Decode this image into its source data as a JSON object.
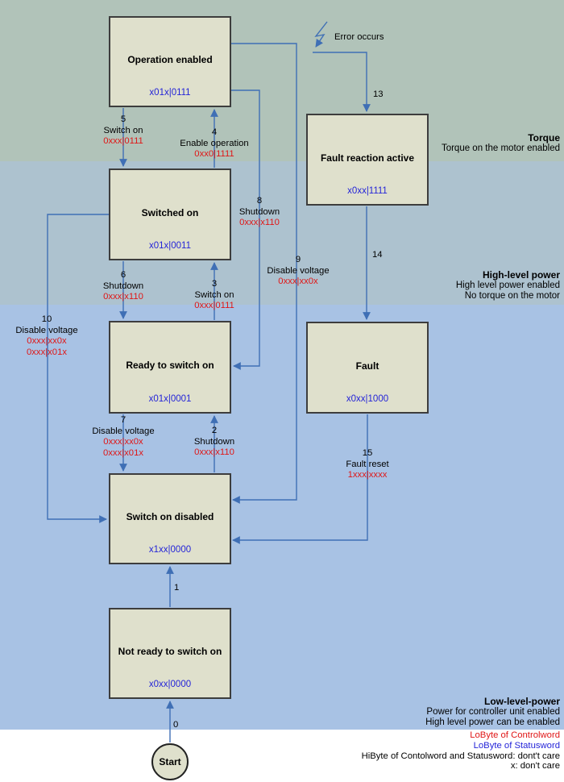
{
  "colors": {
    "band_torque": "#b1c3b9",
    "band_high_level": "#adc2cf",
    "band_low_level": "#a8c2e4",
    "state_fill": "#dfe0cc",
    "state_border": "#3d3d3d",
    "arrow_blue": "#3f6fb5",
    "statusword_blue": "#2424d8",
    "controlword_red": "#e01616"
  },
  "states": {
    "operation_enabled": {
      "title": "Operation enabled",
      "code": "x01x|0111"
    },
    "fault_reaction_active": {
      "title": "Fault reaction active",
      "code": "x0xx|1111"
    },
    "switched_on": {
      "title": "Switched on",
      "code": "x01x|0011"
    },
    "ready_to_switch_on": {
      "title": "Ready to switch on",
      "code": "x01x|0001"
    },
    "fault": {
      "title": "Fault",
      "code": "x0xx|1000"
    },
    "switch_on_disabled": {
      "title": "Switch on disabled",
      "code": "x1xx|0000"
    },
    "not_ready_to_switch_on": {
      "title": "Not ready to switch on",
      "code": "x0xx|0000"
    },
    "start": {
      "title": "Start"
    }
  },
  "transitions": {
    "t0": {
      "num": "0"
    },
    "t1": {
      "num": "1"
    },
    "t2": {
      "num": "2",
      "action": "Shutdown",
      "code1": "0xxx|x110"
    },
    "t3": {
      "num": "3",
      "action": "Switch on",
      "code1": "0xxx|0111"
    },
    "t4": {
      "num": "4",
      "action": "Enable operation",
      "code1": "0xx0|1111"
    },
    "t5": {
      "num": "5",
      "action": "Switch on",
      "code1": "0xxx|0111"
    },
    "t6": {
      "num": "6",
      "action": "Shutdown",
      "code1": "0xxx|x110"
    },
    "t7": {
      "num": "7",
      "action": "Disable voltage",
      "code1": "0xxx|xx0x",
      "code2": "0xxx|x01x"
    },
    "t8": {
      "num": "8",
      "action": "Shutdown",
      "code1": "0xxx|x110"
    },
    "t9": {
      "num": "9",
      "action": "Disable voltage",
      "code1": "0xxx|xx0x"
    },
    "t10": {
      "num": "10",
      "action": "Disable voltage",
      "code1": "0xxx|xx0x",
      "code2": "0xxx|x01x"
    },
    "t13": {
      "num": "13"
    },
    "t14": {
      "num": "14"
    },
    "t15": {
      "num": "15",
      "action": "Fault reset",
      "code1": "1xxx|xxxx"
    }
  },
  "annotations": {
    "error": "Error occurs"
  },
  "bands": {
    "torque": {
      "title": "Torque",
      "line1": "Torque on the motor enabled"
    },
    "high_level": {
      "title": "High-level power",
      "line1": "High level power enabled",
      "line2": "No torque on the motor"
    },
    "low_level": {
      "title": "Low-level-power",
      "line1": "Power for controller unit enabled",
      "line2": "High level power can be enabled"
    }
  },
  "legend": {
    "controlword": "LoByte of Controlword",
    "statusword": "LoByte of Statusword",
    "hibyte": "HiByte of Contolword and Statusword: dont't care",
    "dontcare": "x: don't care"
  }
}
